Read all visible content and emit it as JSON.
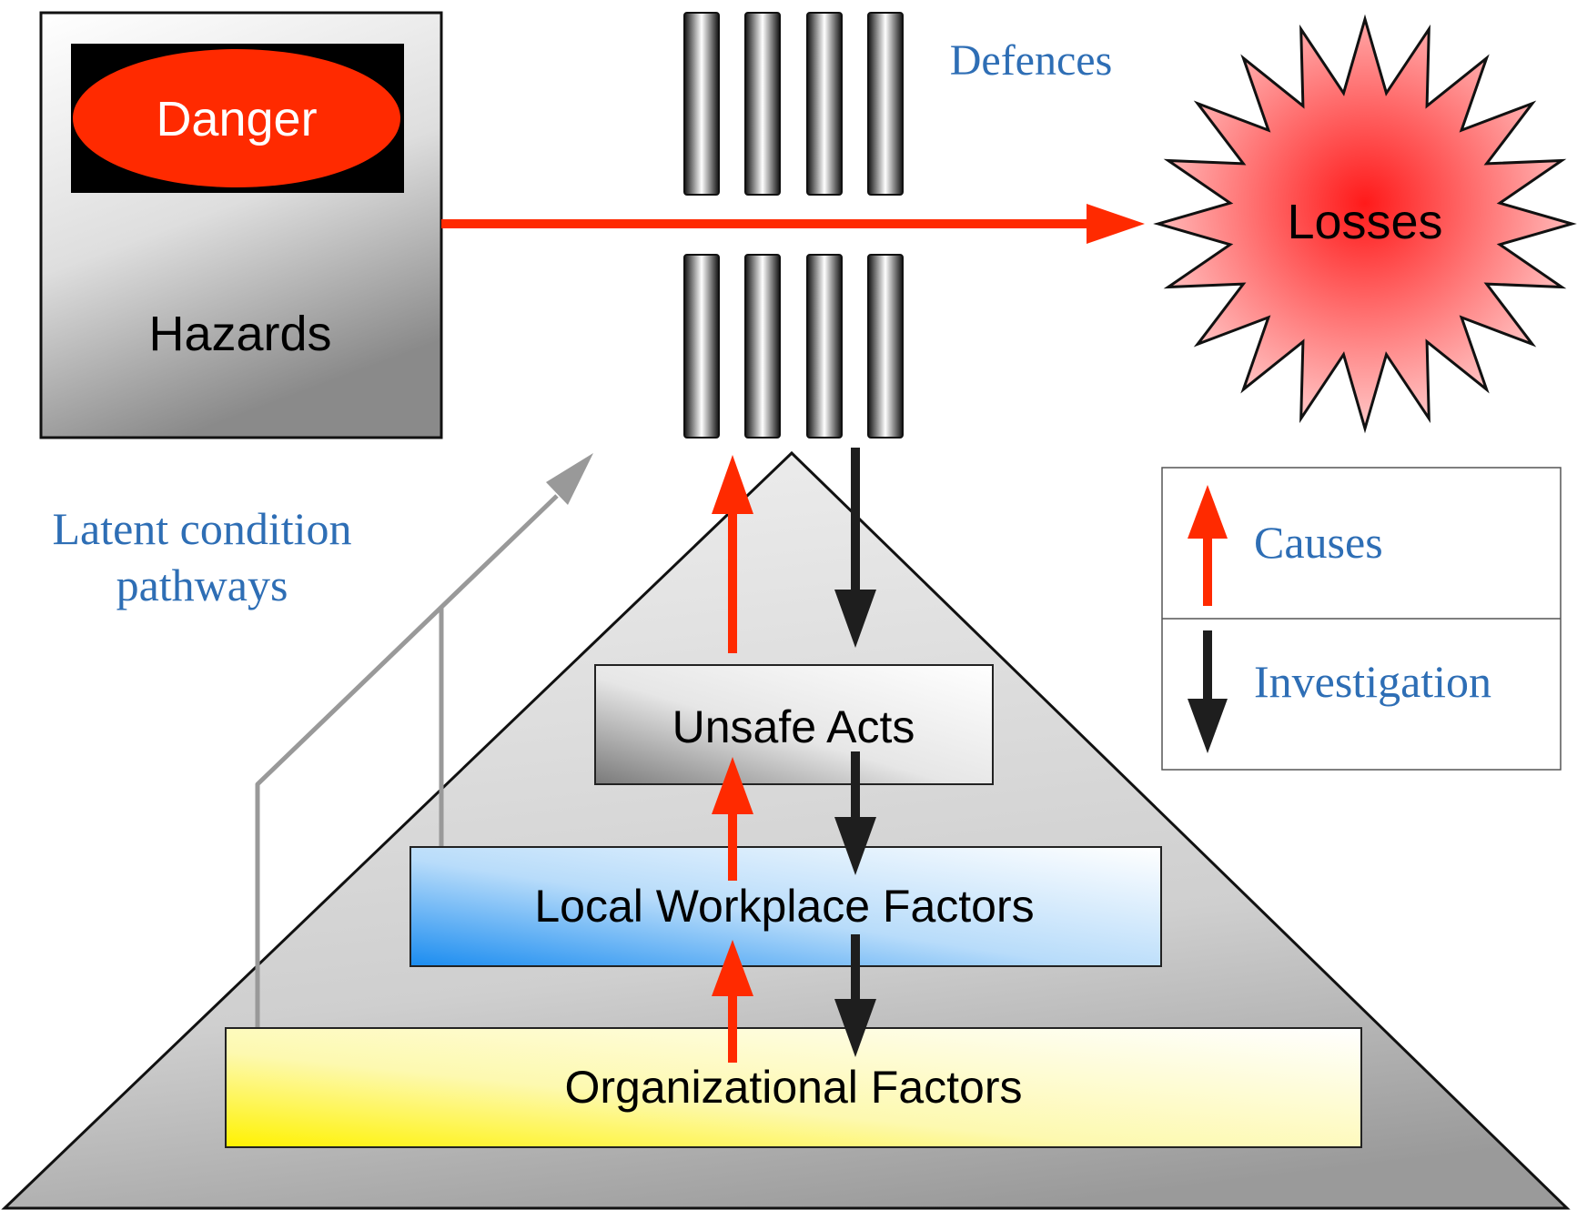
{
  "hazards_box": {
    "danger_label": "Danger",
    "hazards_label": "Hazards"
  },
  "defences_label": "Defences",
  "losses_label": "Losses",
  "latent_label": {
    "line1": "Latent condition",
    "line2": "pathways"
  },
  "legend": {
    "causes_label": "Causes",
    "investigation_label": "Investigation"
  },
  "layers": {
    "unsafe_acts": "Unsafe Acts",
    "local_workplace": "Local Workplace Factors",
    "organizational": "Organizational Factors"
  },
  "colors": {
    "danger_red": "#ff2a00",
    "causes_arrow": "#ff2a00",
    "investigation_arrow": "#1e1e1e",
    "label_blue": "#2e6eb5",
    "latent_arrow": "#999999"
  }
}
